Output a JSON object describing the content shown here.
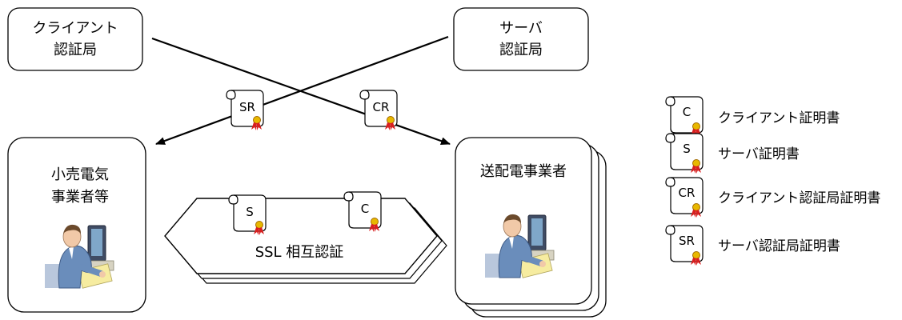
{
  "nodes": {
    "client_ca": [
      "クライアント",
      "認証局"
    ],
    "server_ca": [
      "サーバ",
      "認証局"
    ],
    "retailer": [
      "小売電気",
      "事業者等"
    ],
    "distributor": [
      "送配電事業者"
    ]
  },
  "certificates": {
    "server_ca_cert": "SR",
    "client_ca_cert": "CR",
    "server_cert": "S",
    "client_cert": "C"
  },
  "ssl_label": "SSL 相互認証",
  "legend": [
    {
      "letter": "C",
      "label": "クライアント証明書"
    },
    {
      "letter": "S",
      "label": "サーバ証明書"
    },
    {
      "letter": "CR",
      "label": "クライアント認証局証明書"
    },
    {
      "letter": "SR",
      "label": "サーバ認証局証明書"
    }
  ]
}
